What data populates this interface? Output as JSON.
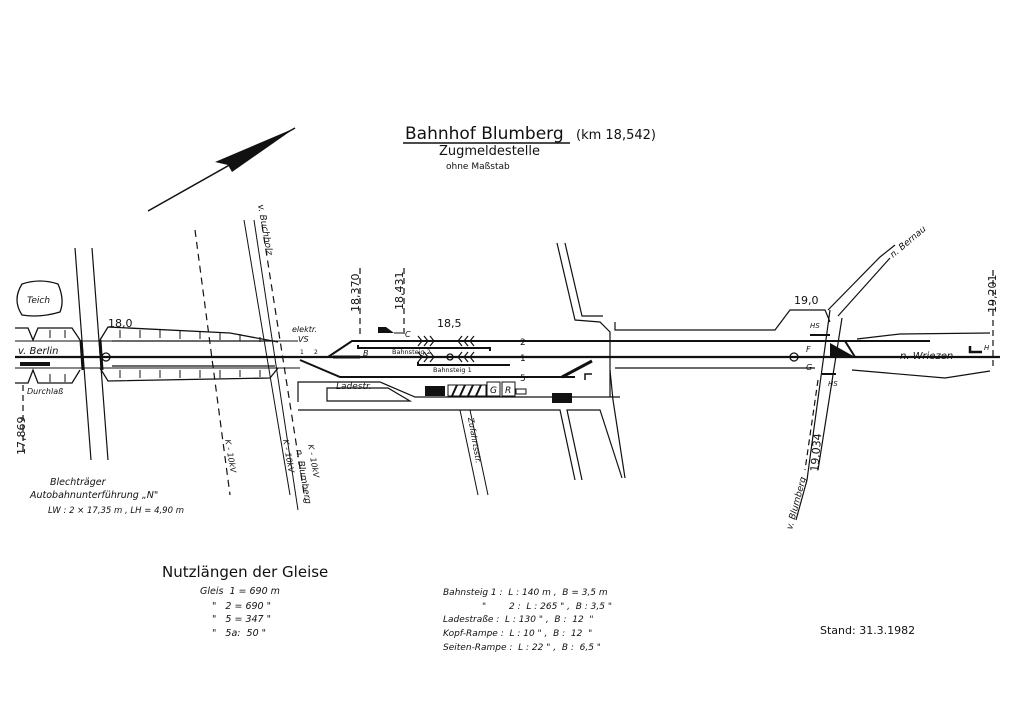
{
  "title": {
    "main": "Bahnhof Blumberg",
    "km": "(km 18,542)",
    "subtitle": "Zugmeldestelle",
    "scale_note": "ohne Maßstab"
  },
  "labels": {
    "teich": "Teich",
    "v_berlin": "v. Berlin",
    "durchlass": "Durchlaß",
    "km_17869": "17,869",
    "km_180": "18,0",
    "km_18370": "18,370",
    "km_18431": "18,431",
    "km_185": "18,5",
    "km_190": "19,0",
    "km_19034": "19,034",
    "km_19201": "19,201",
    "elektr_vs_1": "elektr.",
    "elektr_vs_2": "VS",
    "signal_b": "B",
    "signal_c": "C",
    "signal_f": "F",
    "signal_g": "G",
    "signal_h": "H",
    "hs_top": "HS",
    "hs_bottom": "HS",
    "bahnsteig_2": "Bahnsteig 2",
    "bahnsteig_1": "Bahnsteig 1",
    "track_2": "2",
    "track_1": "1",
    "track_5": "5",
    "points_1": "1",
    "points_2": "2",
    "ladestr": "Ladestr.",
    "building_g": "G",
    "building_r": "R",
    "zufahrtsstr": "Zufahrtsstr.",
    "v_buchholz": "v. Buchholz",
    "n_blumberg": "n. Blumberg",
    "v_blumberg": "v. Blumberg",
    "n_bernau": "n. Bernau",
    "n_wriezen": "n. Wriezen",
    "k10kv_a": "K - 10kV",
    "k10kv_b": "K - 10kV",
    "k10kv_c": "K - 10kV",
    "bridge_1": "Blechträger",
    "bridge_2": "Autobahnunterführung „N\"",
    "bridge_3": "LW : 2 × 17,35 m , LH = 4,90 m"
  },
  "nutzlaengen": {
    "heading": "Nutzlängen der Gleise",
    "rows": [
      "Gleis  1 = 690 m",
      "\"   2 = 690 \"",
      "\"   5 = 347 \"",
      "\"   5a:  50 \""
    ]
  },
  "abmessungen": {
    "rows": [
      "Bahnsteig 1 :  L : 140 m ,  B = 3,5 m",
      "\"        2 :  L : 265 \" ,  B : 3,5 \"",
      "Ladestraße :  L : 130 \" ,  B :  12  \"",
      "Kopf-Rampe :  L : 10 \" ,  B :  12  \"",
      "Seiten-Rampe :  L : 22 \" ,  B :  6,5 \""
    ]
  },
  "stand": "Stand: 31.3.1982"
}
